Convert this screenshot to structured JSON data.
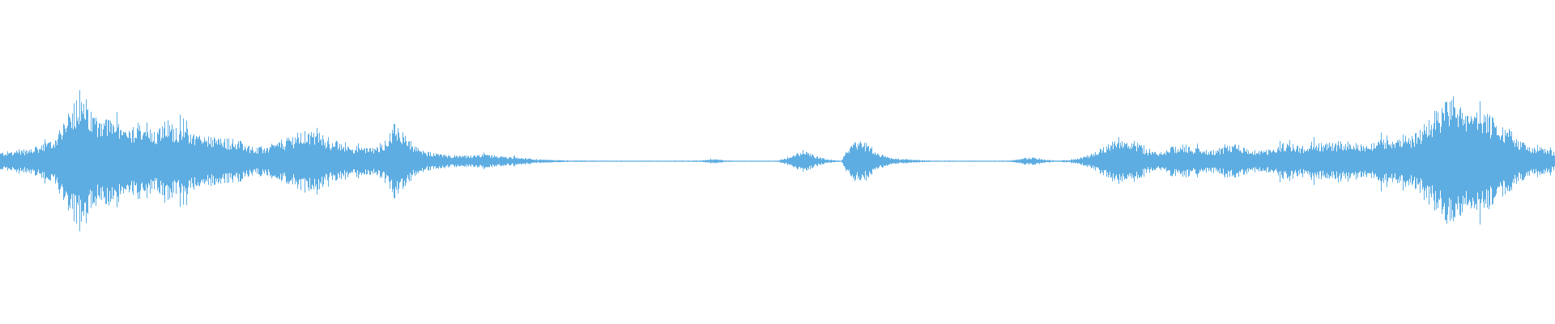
{
  "waveform": {
    "color": "#5dade2",
    "background": "#ffffff",
    "amplitude_envelope": [
      0.13,
      0.15,
      0.17,
      0.22,
      0.3,
      0.55,
      1.0,
      0.72,
      0.68,
      0.62,
      0.45,
      0.58,
      0.48,
      0.6,
      0.52,
      0.46,
      0.38,
      0.34,
      0.33,
      0.29,
      0.2,
      0.22,
      0.3,
      0.38,
      0.45,
      0.42,
      0.3,
      0.24,
      0.21,
      0.2,
      0.26,
      0.62,
      0.3,
      0.16,
      0.12,
      0.1,
      0.08,
      0.08,
      0.1,
      0.08,
      0.06,
      0.05,
      0.03,
      0.02,
      0.015,
      0.01,
      0.01,
      0.008,
      0.008,
      0.008,
      0.008,
      0.008,
      0.008,
      0.008,
      0.008,
      0.012,
      0.03,
      0.012,
      0.008,
      0.008,
      0.008,
      0.008,
      0.06,
      0.18,
      0.08,
      0.02,
      0.01,
      0.35,
      0.28,
      0.12,
      0.04,
      0.03,
      0.02,
      0.01,
      0.008,
      0.008,
      0.008,
      0.008,
      0.008,
      0.008,
      0.03,
      0.06,
      0.02,
      0.01,
      0.02,
      0.06,
      0.14,
      0.28,
      0.36,
      0.3,
      0.16,
      0.12,
      0.22,
      0.24,
      0.18,
      0.16,
      0.2,
      0.24,
      0.18,
      0.14,
      0.2,
      0.28,
      0.22,
      0.28,
      0.26,
      0.28,
      0.3,
      0.26,
      0.3,
      0.34,
      0.36,
      0.4,
      0.6,
      0.8,
      0.95,
      0.78,
      0.72,
      0.66,
      0.55,
      0.34,
      0.22,
      0.2,
      0.15
    ]
  }
}
